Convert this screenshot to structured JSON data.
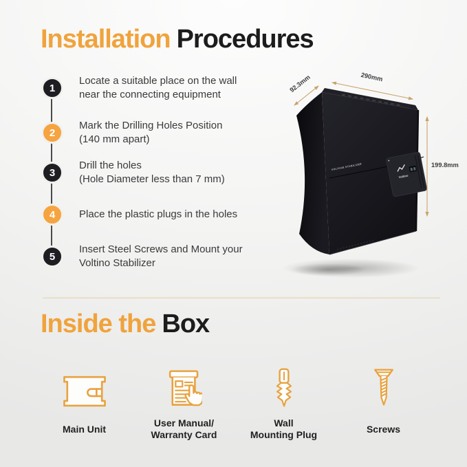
{
  "colors": {
    "accent_orange": "#F0A33C",
    "heading_text": "#1C1C1C",
    "step_circle_black": "#1E1E22",
    "step_circle_orange": "#F5A440",
    "step_text": "#3A3A3A",
    "dimension_line": "#C9A36B",
    "dimension_text": "#3D3D3D",
    "divider": "#DCD5C0",
    "icon_orange": "#E8A23F",
    "label_text": "#1F1F1F"
  },
  "installation": {
    "title_accent": "Installation",
    "title_rest": "Procedures",
    "steps": [
      {
        "number": "1",
        "lines": [
          "Locate a suitable place on the wall",
          "near the connecting equipment"
        ]
      },
      {
        "number": "2",
        "lines": [
          "Mark the Drilling Holes Position",
          "(140 mm apart)"
        ]
      },
      {
        "number": "3",
        "lines": [
          "Drill the holes",
          "(Hole Diameter less than 7 mm)"
        ]
      },
      {
        "number": "4",
        "lines": [
          "Place the plastic plugs in the holes",
          ""
        ]
      },
      {
        "number": "5",
        "lines": [
          "Insert Steel Screws and Mount your",
          "Voltino Stabilizer"
        ]
      }
    ]
  },
  "product": {
    "unit_label": "VOLTAGE STABILIZER",
    "brand": "Voltino",
    "dimensions": {
      "depth": "92.3mm",
      "width": "290mm",
      "height": "199.8mm"
    }
  },
  "inside_box": {
    "title_accent": "Inside the",
    "title_rest": "Box",
    "items": [
      {
        "name": "main-unit",
        "lines": [
          "Main Unit",
          ""
        ]
      },
      {
        "name": "user-manual",
        "lines": [
          "User Manual/",
          "Warranty Card"
        ]
      },
      {
        "name": "wall-mounting-plug",
        "lines": [
          "Wall",
          "Mounting Plug"
        ]
      },
      {
        "name": "screws",
        "lines": [
          "Screws",
          ""
        ]
      }
    ]
  }
}
